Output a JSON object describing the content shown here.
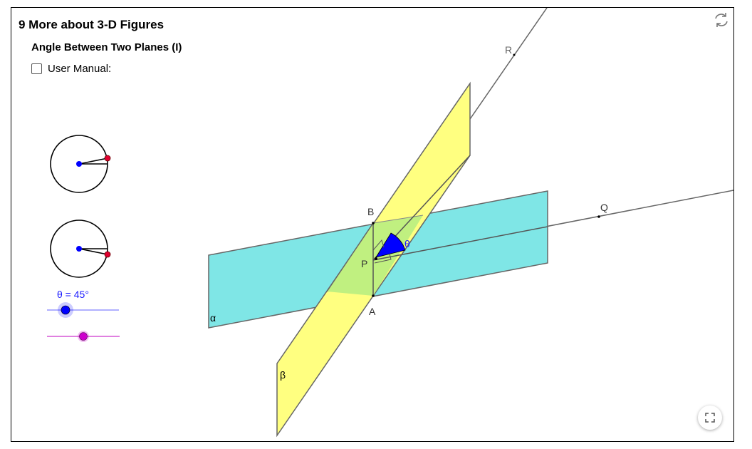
{
  "header": {
    "title": "9  More about 3-D Figures",
    "subtitle": "Angle Between Two Planes (I)"
  },
  "controls": {
    "user_manual_label": "User Manual:",
    "theta_label": "θ = 45°",
    "theta_value_deg": 45
  },
  "figure": {
    "labels": {
      "R": "R",
      "B": "B",
      "Q": "Q",
      "P": "P",
      "A": "A",
      "theta": "θ",
      "alpha": "α",
      "beta": "β"
    }
  },
  "colors": {
    "plane_alpha": "#7fe6e6",
    "plane_beta": "#ffff80",
    "overlap": "#c0f080",
    "angle_fill": "#0000ff",
    "theta_text": "#1a1aff",
    "slider1": "#0000ff",
    "slider2": "#cc00cc",
    "point_red": "#e00030"
  },
  "icons": {
    "reset": "reset-icon",
    "fullscreen": "fullscreen-icon"
  }
}
